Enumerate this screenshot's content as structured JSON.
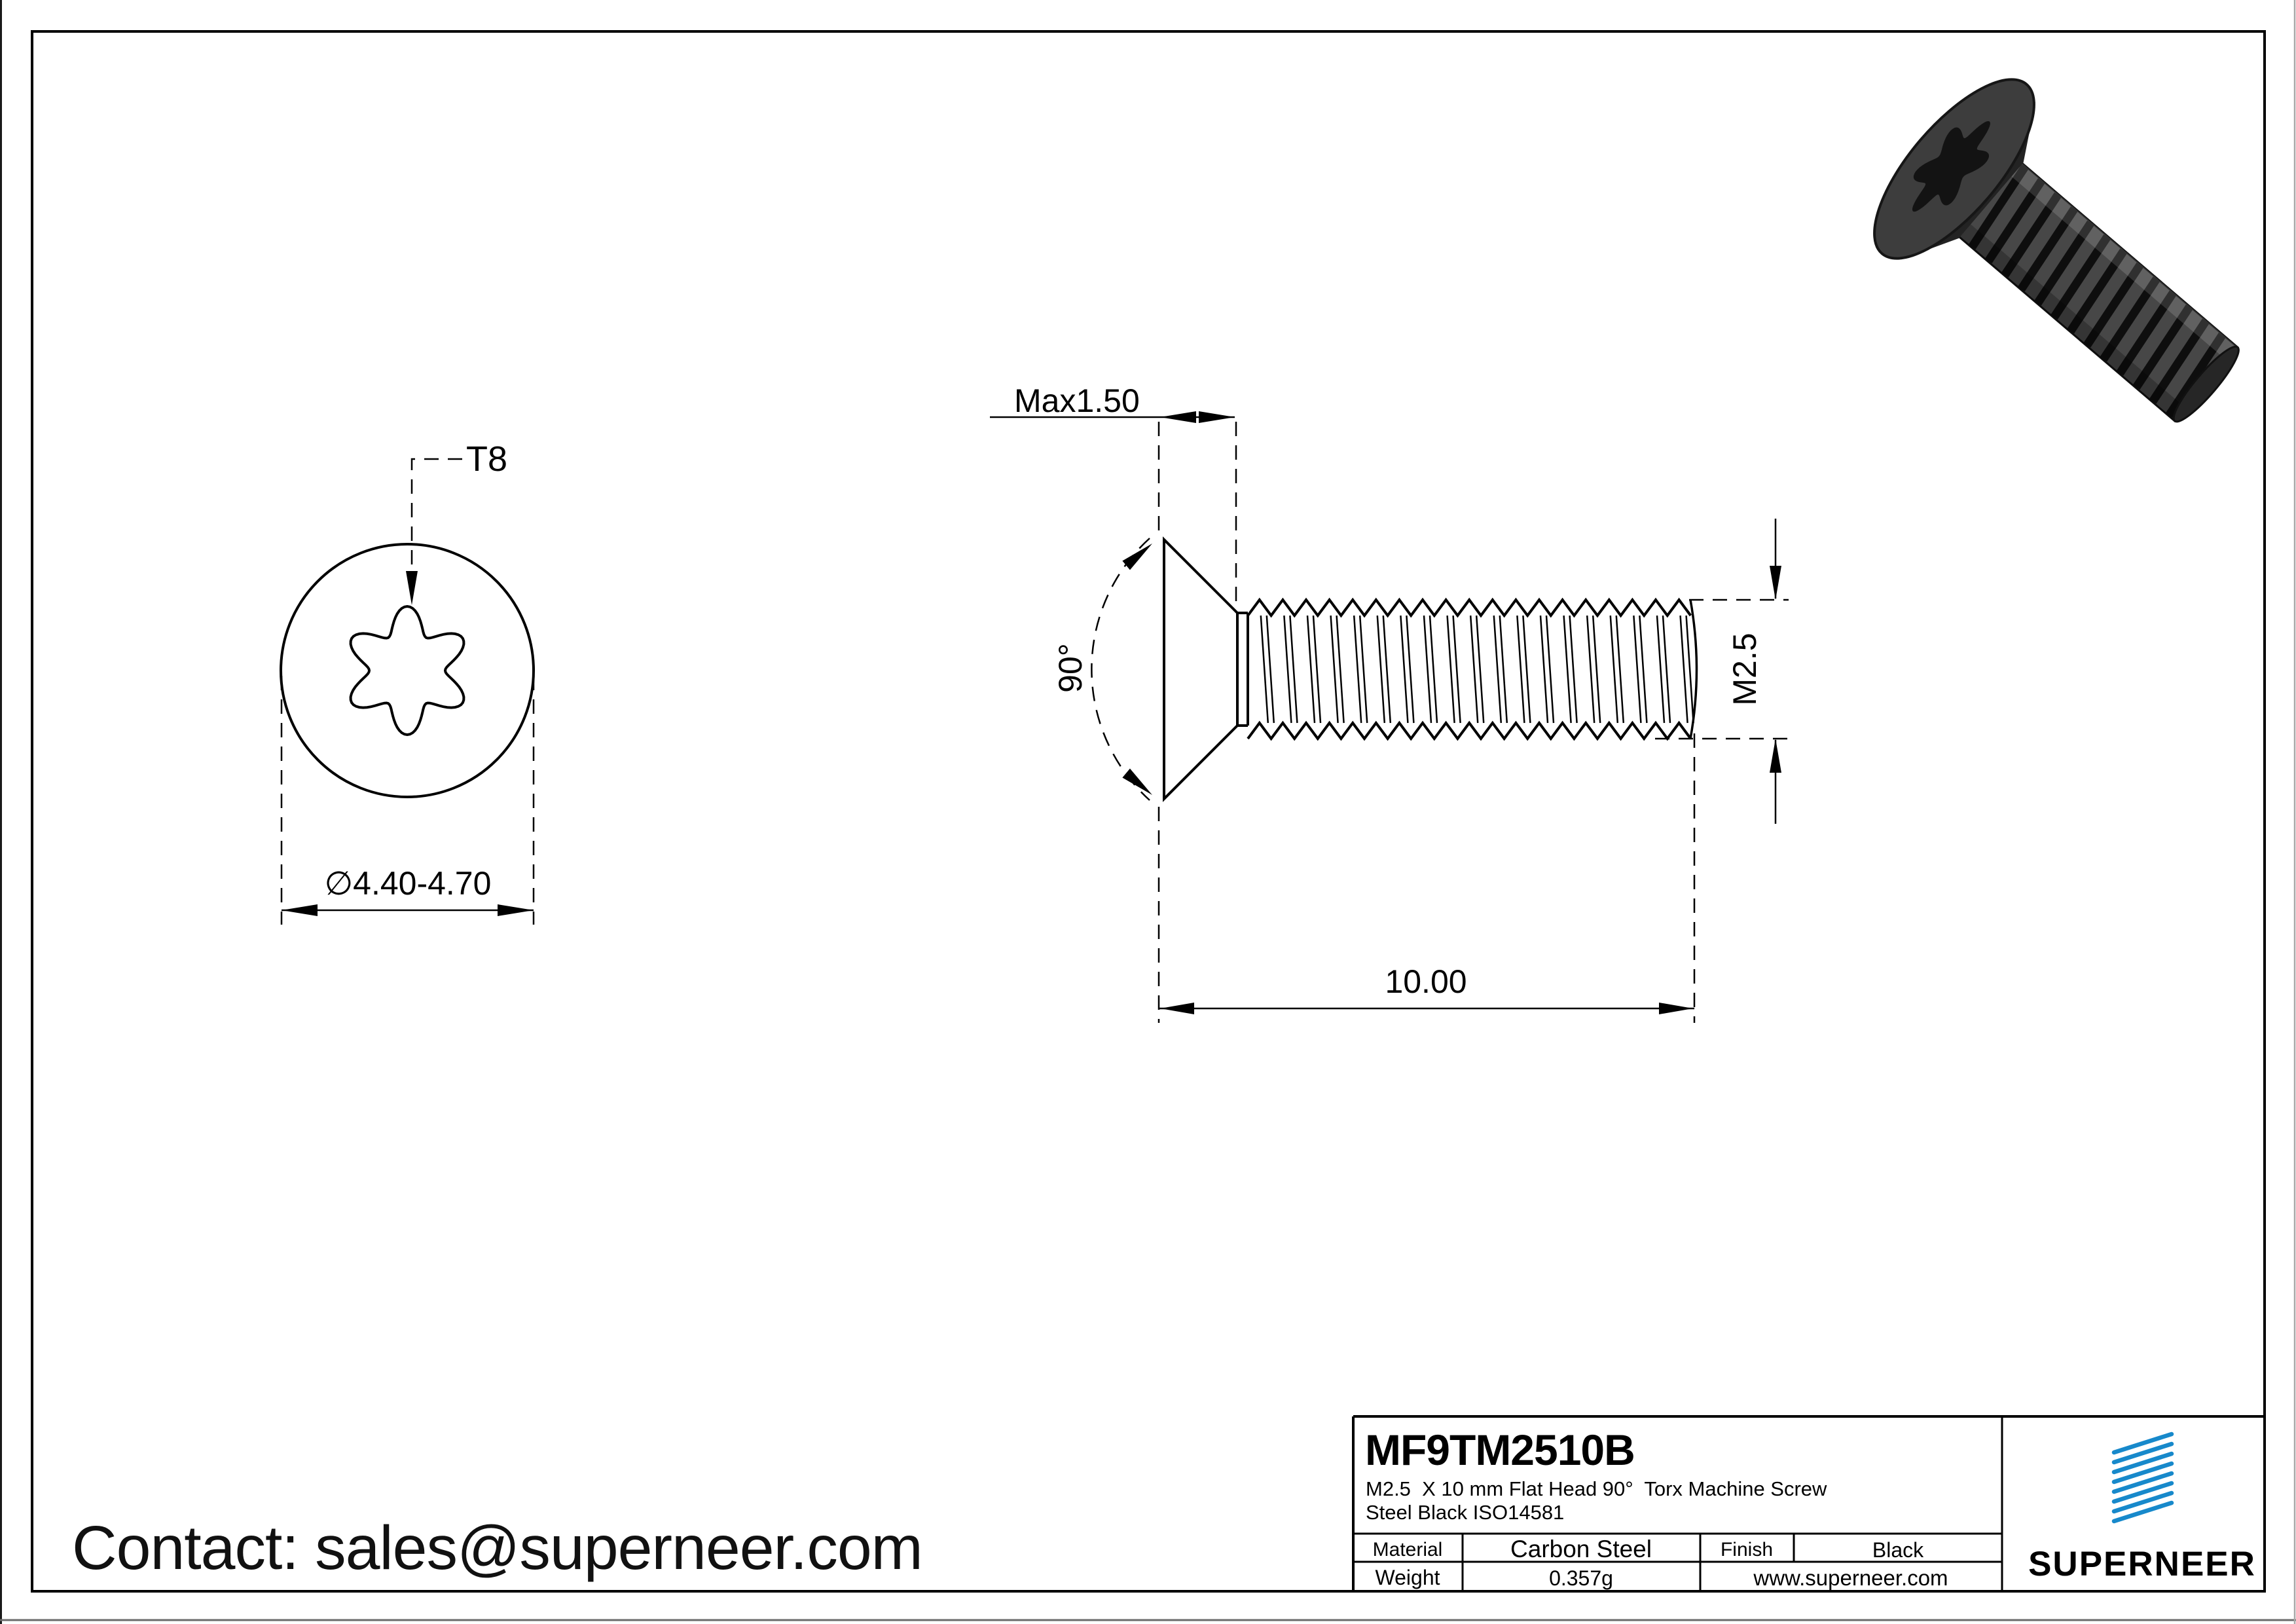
{
  "contact": {
    "text": "Contact: sales@superneer.com"
  },
  "views": {
    "top_view": {
      "torx_label": "T8",
      "diameter_label": "∅4.40-4.70"
    },
    "side_view": {
      "head_height_label": "Max1.50",
      "angle_label": "90°",
      "thread_label": "M2.5",
      "length_label": "10.00"
    }
  },
  "title_block": {
    "part_number": "MF9TM2510B",
    "description_line1": "M2.5  X 10 mm Flat Head 90°  Torx Machine Screw",
    "description_line2": "Steel Black ISO14581",
    "material_label": "Material",
    "material_value": "Carbon Steel",
    "finish_label": "Finish",
    "finish_value": "Black",
    "weight_label": "Weight",
    "weight_value": "0.357g",
    "website": "www.superneer.com",
    "brand": "SUPERNEER"
  },
  "colors": {
    "accent_blue": "#1789cb",
    "link_blue": "#1e8fdd",
    "line_black": "#000000"
  }
}
